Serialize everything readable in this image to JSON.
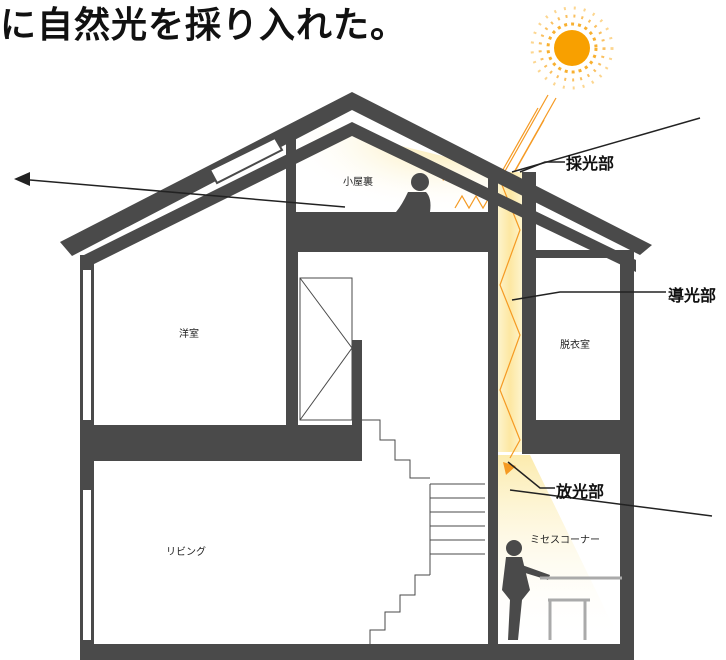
{
  "title": "に自然光を採り入れた。",
  "labels": {
    "intake": "採光部",
    "guide": "導光部",
    "emit": "放光部"
  },
  "rooms": {
    "loft": "小屋裏",
    "western": "洋室",
    "dressing": "脱衣室",
    "living": "リビング",
    "corner": "ミセスコーナー"
  },
  "colors": {
    "wall": "#4a4a4a",
    "light": "#fdf1c0",
    "ray": "#f59a23",
    "sun": "#f8a000"
  }
}
